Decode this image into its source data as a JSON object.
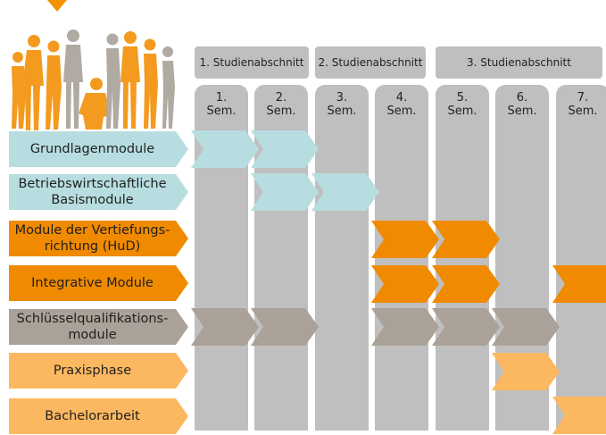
{
  "phases": [
    {
      "label": "1. Studienabschnitt"
    },
    {
      "label": "2. Studienabschnitt"
    },
    {
      "label": "3. Studienabschnitt"
    }
  ],
  "semesters": [
    {
      "label": "1.\nSem."
    },
    {
      "label": "2.\nSem."
    },
    {
      "label": "3.\nSem."
    },
    {
      "label": "4.\nSem."
    },
    {
      "label": "5.\nSem."
    },
    {
      "label": "6.\nSem."
    },
    {
      "label": "7.\nSem."
    }
  ],
  "rows": [
    {
      "label": "Grundlagenmodule",
      "color": "#b7dde0",
      "semesters": [
        1,
        2
      ]
    },
    {
      "label": "Betriebswirtschaftliche\nBasismodule",
      "color": "#b7dde0",
      "semesters": [
        2,
        3
      ]
    },
    {
      "label": "Module der Vertiefungs-\nrichtung (HuD)",
      "color": "#f08a00",
      "semesters": [
        4,
        5
      ]
    },
    {
      "label": "Integrative Module",
      "color": "#f08a00",
      "semesters": [
        4,
        5,
        7
      ]
    },
    {
      "label": "Schlüsselqualifikations-\nmodule",
      "color": "#aaa198",
      "semesters": [
        1,
        2,
        4,
        5,
        6
      ]
    },
    {
      "label": "Praxisphase",
      "color": "#fcb860",
      "semesters": [
        6
      ]
    },
    {
      "label": "Bachelorarbeit",
      "color": "#fcb860",
      "semesters": [
        7
      ]
    }
  ],
  "icons": [
    "down-triangle-icon",
    "people-group-icon"
  ]
}
